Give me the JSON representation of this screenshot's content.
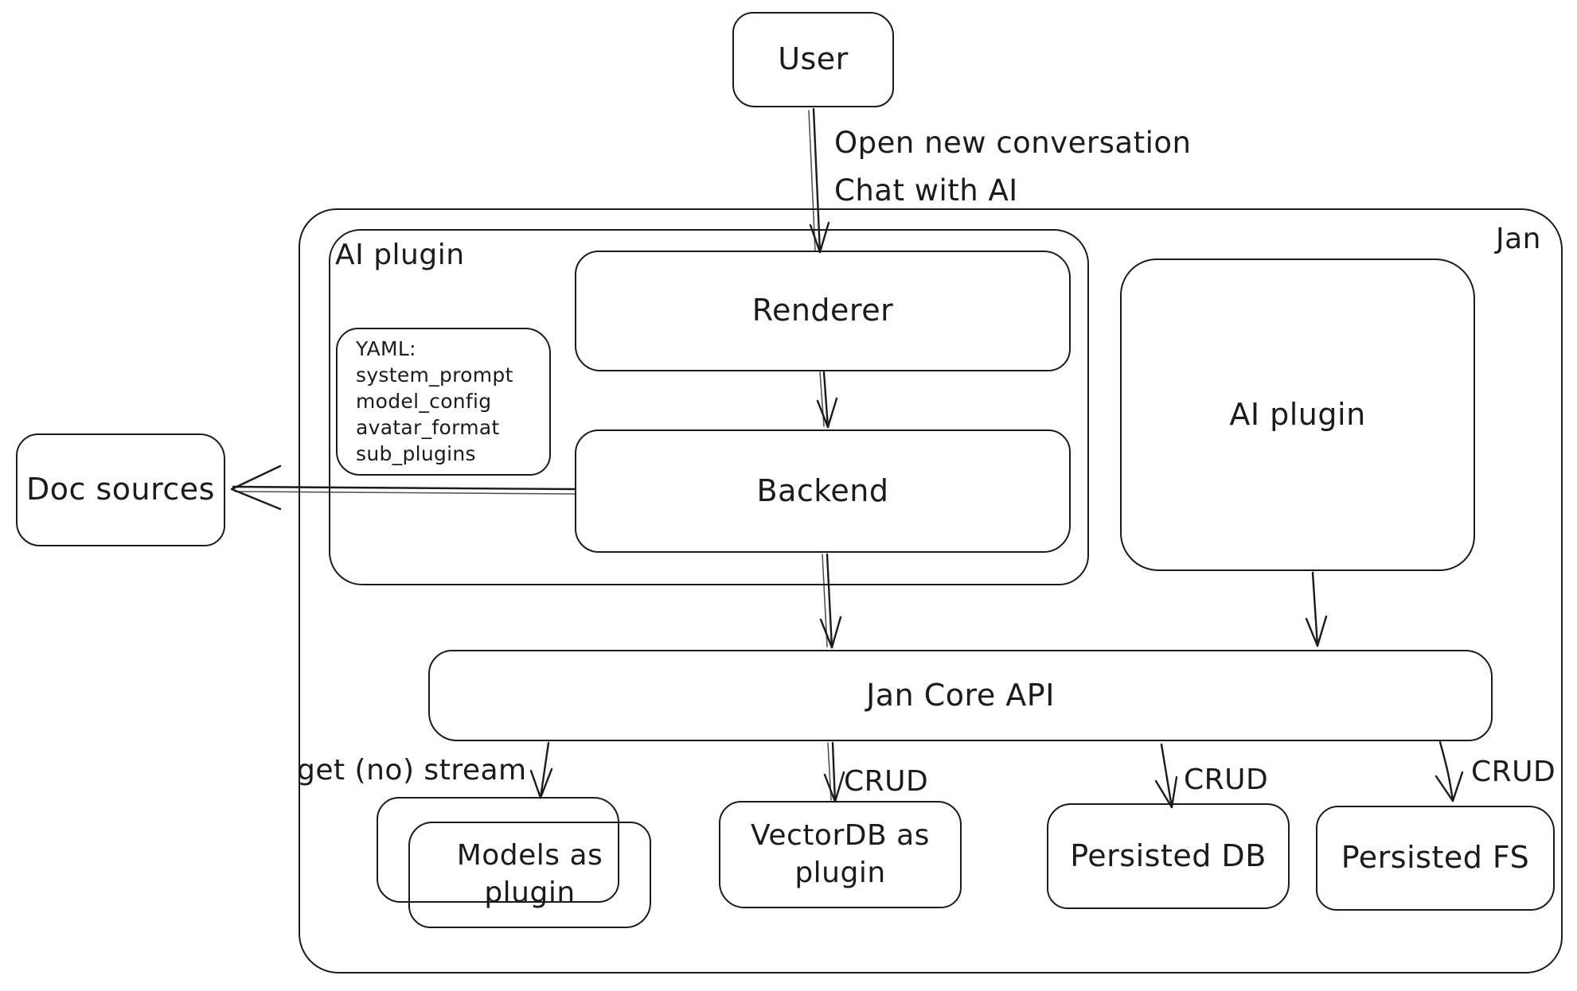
{
  "diagram": {
    "colors": {
      "ink": "#1b1b1b",
      "background": "#ffffff"
    },
    "nodes": {
      "user": {
        "label": "User"
      },
      "jan_container": {
        "label": "Jan"
      },
      "ai_plugin_container": {
        "label": "AI plugin"
      },
      "renderer": {
        "label": "Renderer"
      },
      "yaml_note": {
        "lines": [
          "YAML:",
          "system_prompt",
          "model_config",
          "avatar_format",
          "sub_plugins"
        ]
      },
      "backend": {
        "label": "Backend"
      },
      "ai_plugin_right": {
        "label": "AI plugin"
      },
      "doc_sources": {
        "label": "Doc sources"
      },
      "jan_core_api": {
        "label": "Jan Core API"
      },
      "models_as_plugin": {
        "lines": [
          "Models as",
          "plugin"
        ]
      },
      "vectordb_as_plugin": {
        "lines": [
          "VectorDB as",
          "plugin"
        ]
      },
      "persisted_db": {
        "label": "Persisted DB"
      },
      "persisted_fs": {
        "label": "Persisted FS"
      }
    },
    "edges": {
      "user_to_renderer": {
        "lines": [
          "Open new conversation",
          "Chat with AI"
        ]
      },
      "jan_core_to_models": {
        "label": "get (no) stream"
      },
      "jan_core_to_vectordb": {
        "label": "CRUD"
      },
      "jan_core_to_persisted_db": {
        "label": "CRUD"
      },
      "jan_core_to_persisted_fs": {
        "label": "CRUD"
      }
    }
  }
}
